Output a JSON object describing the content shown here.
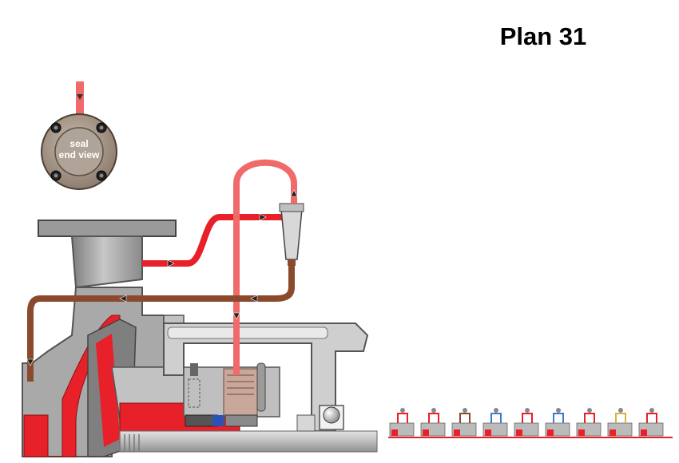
{
  "title": "Plan 31",
  "seal_view": {
    "line1": "seal",
    "line2": "end view"
  },
  "colors": {
    "process_fluid": "#e8202a",
    "flush_line": "#f06a6a",
    "return_line": "#8b4a2b",
    "metal_dark": "#8a8a8a",
    "metal_mid": "#b5b5b5",
    "metal_light": "#d6d6d6"
  },
  "icons": [
    "seal-end-view-icon",
    "cyclone-separator-icon",
    "bearing-icon",
    "flow-arrow-icon",
    "pump-plan-strip-icon"
  ]
}
